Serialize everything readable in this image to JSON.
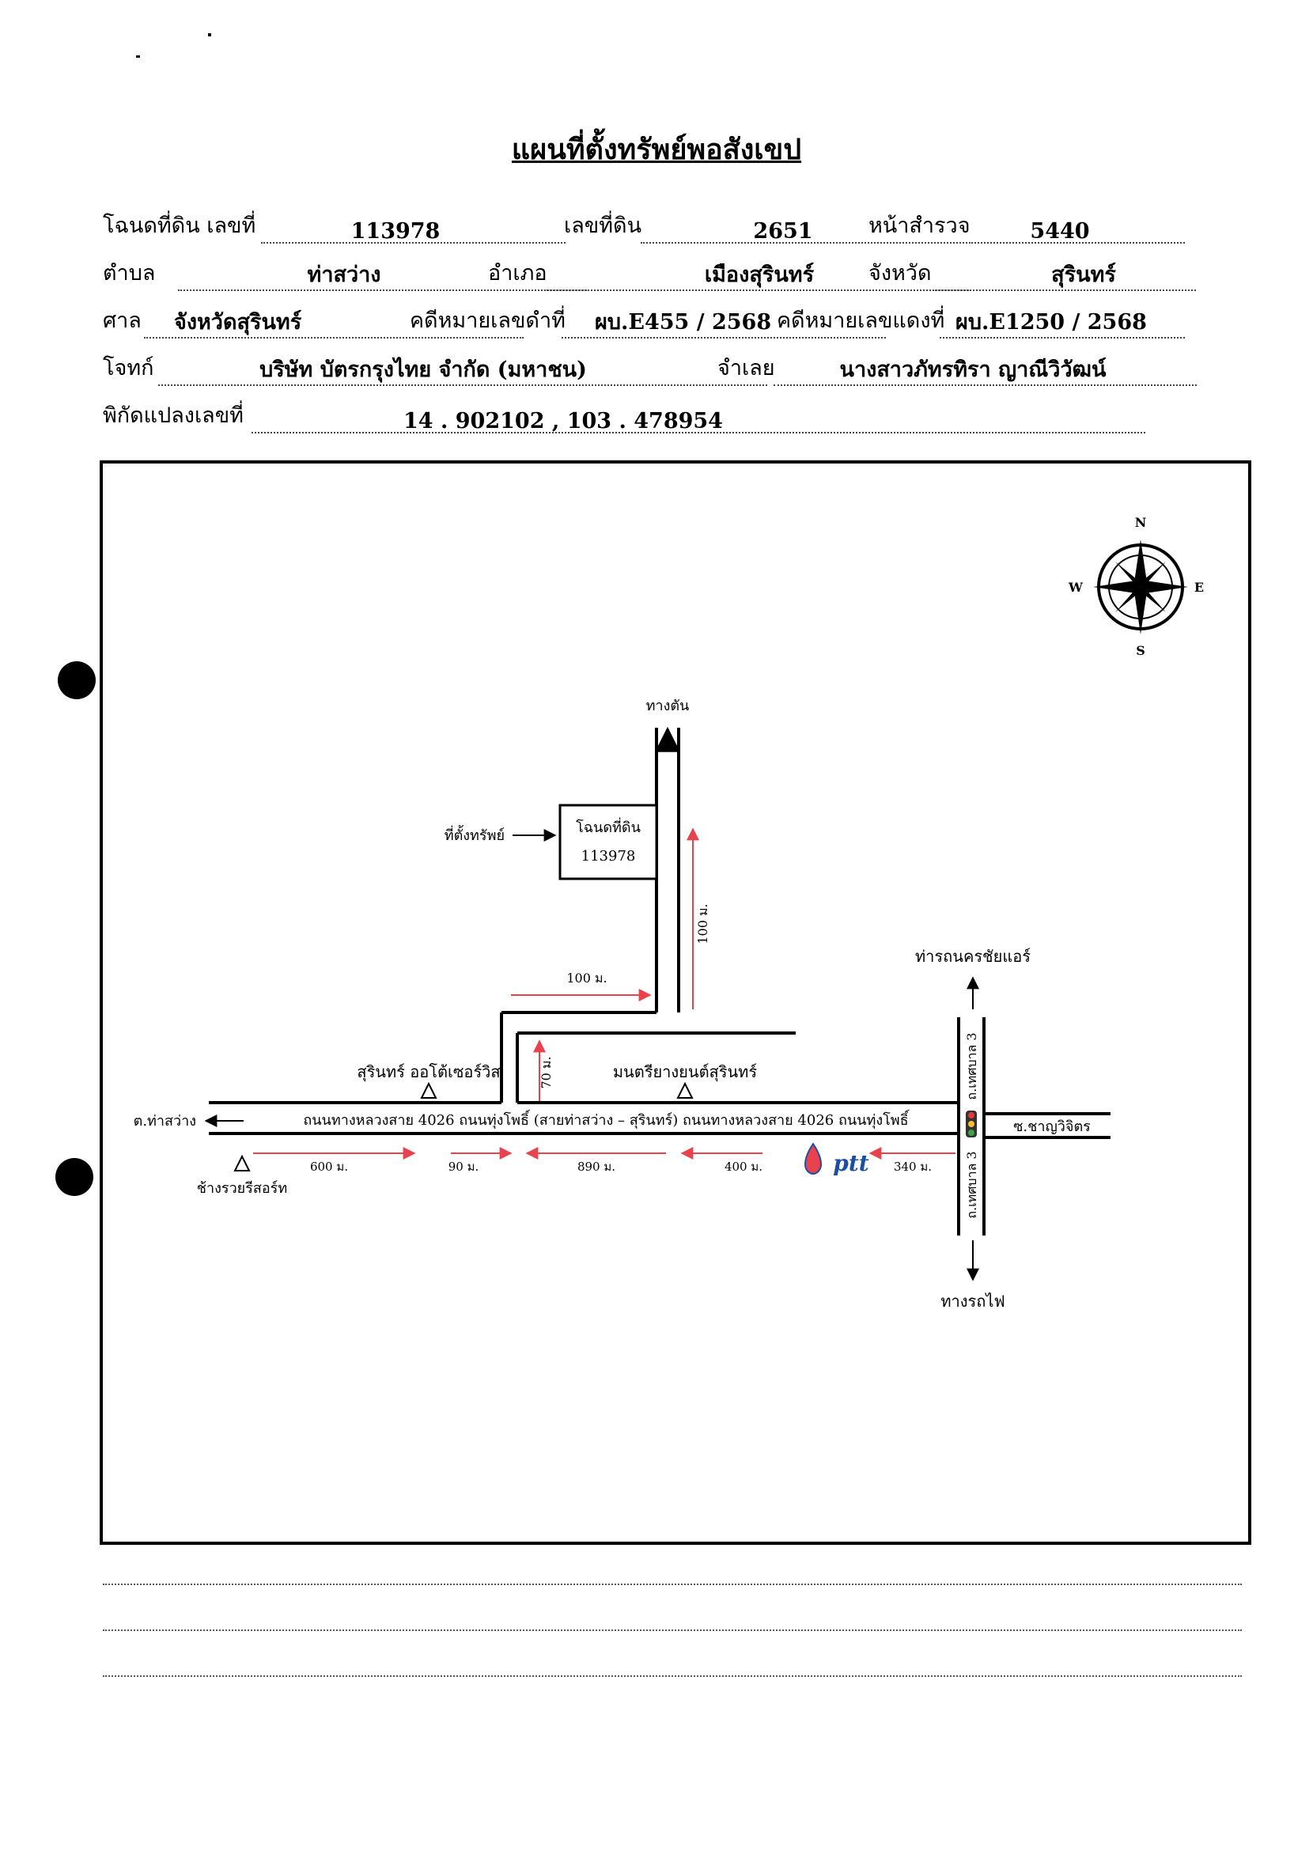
{
  "title": "แผนที่ตั้งทรัพย์พอสังเขป",
  "form": {
    "deed_label": "โฉนดที่ดิน เลขที่",
    "deed_no": "113978",
    "land_no_label": "เลขที่ดิน",
    "land_no": "2651",
    "survey_label": "หน้าสำรวจ",
    "survey_no": "5440",
    "tambon_label": "ตำบล",
    "tambon": "ท่าสว่าง",
    "amphoe_label": "อำเภอ",
    "amphoe": "เมืองสุรินทร์",
    "province_label": "จังหวัด",
    "province": "สุรินทร์",
    "court_label": "ศาล",
    "court": "จังหวัดสุรินทร์",
    "black_case_label": "คดีหมายเลขดำที่",
    "black_case": "ผบ.E455 / 2568",
    "red_case_label": "คดีหมายเลขแดงที่",
    "red_case": "ผบ.E1250 / 2568",
    "plaintiff_label": "โจทก์",
    "plaintiff": "บริษัท บัตรกรุงไทย จำกัด (มหาชน)",
    "defendant_label": "จำเลย",
    "defendant": "นางสาวภัทรทิรา  ญาณีวิวัฒน์",
    "coord_label": "พิกัดแปลงเลขที่",
    "coord": "14 . 902102 , 103 . 478954"
  },
  "map": {
    "compass": {
      "n": "N",
      "s": "S",
      "e": "E",
      "w": "W"
    },
    "dead_end": "ทางตัน",
    "property_label": "ที่ตั้งทรัพย์",
    "deed_box_line1": "โฉนดที่ดิน",
    "deed_box_line2": "113978",
    "dist_100_vertical": "100 ม.",
    "dist_100_horizontal": "100 ม.",
    "dist_70": "70 ม.",
    "auto_service": "สุรินทร์ ออโต้เซอร์วิส",
    "tire_shop": "มนตรียางยนต์สุรินทร์",
    "bus_terminal": "ท่ารถนครชัยแอร์",
    "tambon_west": "ต.ท่าสว่าง",
    "main_road": "ถนนทางหลวงสาย 4026 ถนนทุ่งโพธิ์ (สายท่าสว่าง – สุรินทร์)  ถนนทางหลวงสาย 4026 ถนนทุ่งโพธิ์",
    "alley_east": "ซ.ชาญวิจิตร",
    "cross_road": "ถ.เทศบาล 3",
    "resort": "ช้างรวยรีสอร์ท",
    "dist_600": "600 ม.",
    "dist_90": "90 ม.",
    "dist_890": "890 ม.",
    "dist_400": "400 ม.",
    "dist_340": "340 ม.",
    "ptt_logo": "ptt",
    "railway": "ทางรถไฟ"
  },
  "colors": {
    "arrow": "#e8424f",
    "ink": "#000000",
    "ptt_blue": "#1a4fa3"
  }
}
